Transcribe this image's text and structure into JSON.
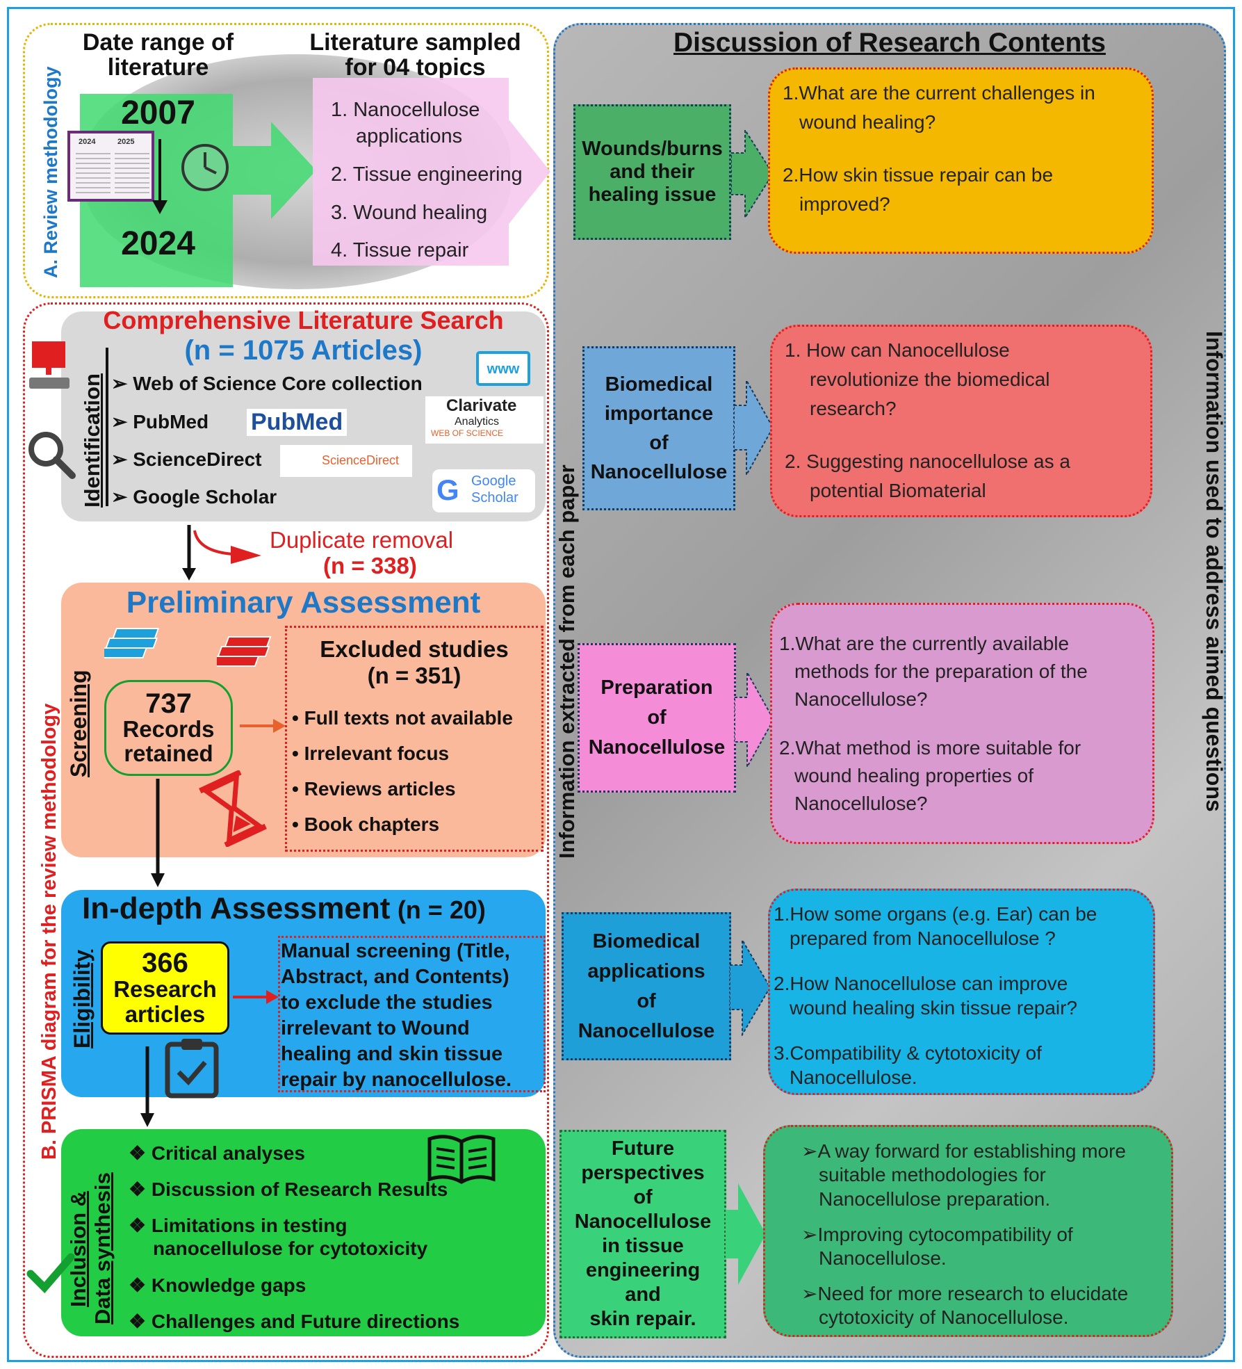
{
  "panel_a": {
    "label": "A. Review methodology",
    "date_range_title": "Date range of literature",
    "start_year": "2007",
    "end_year": "2024",
    "calendar_years": [
      "2024",
      "2025"
    ],
    "topics_title": "Literature sampled for 04 topics",
    "topics": [
      "1. Nanocellulose",
      "applications",
      "2. Tissue engineering",
      "3. Wound healing",
      "4. Tissue repair"
    ]
  },
  "panel_b": {
    "label": "B. PRISMA diagram for the review methodology",
    "identification": {
      "stage": "Identification",
      "title": "Comprehensive Literature Search",
      "count": "(n = 1075 Articles)",
      "sources": [
        "Web of Science Core collection",
        "PubMed",
        "ScienceDirect",
        "Google Scholar"
      ],
      "logos": {
        "pubmed": "PubMed",
        "clarivate": "Clarivate",
        "clarivate_sub": "Analytics",
        "wos": "WEB OF SCIENCE",
        "sciencedirect": "ScienceDirect",
        "google": "Google",
        "scholar": "Scholar",
        "www": "www"
      }
    },
    "duplicates": {
      "label": "Duplicate removal",
      "count": "(n = 338)"
    },
    "screening": {
      "stage": "Screening",
      "title": "Preliminary Assessment",
      "retained_num": "737",
      "retained_l1": "Records",
      "retained_l2": "retained",
      "excluded_title": "Excluded studies",
      "excluded_count": "(n = 351)",
      "excluded_items": [
        "Full texts not available",
        "Irrelevant focus",
        "Reviews articles",
        "Book chapters"
      ]
    },
    "eligibility": {
      "stage": "Eligibility",
      "title": "In-depth Assessment",
      "count": "(n = 20)",
      "num": "366",
      "l1": "Research",
      "l2": "articles",
      "manual": [
        "Manual screening (Title,",
        "Abstract, and Contents)",
        "to exclude the studies",
        "irrelevant to Wound",
        "healing and skin tissue",
        "repair by nanocellulose."
      ]
    },
    "inclusion": {
      "stage_l1": "Inclusion &",
      "stage_l2": "Data synthesis",
      "items": [
        "Critical analyses",
        "Discussion of Research Results",
        "Limitations in testing",
        "nanocellulose for cytotoxicity",
        "Knowledge gaps",
        "Challenges and Future directions"
      ]
    }
  },
  "panel_c": {
    "title": "Discussion of Research Contents",
    "left_label": "Information extracted from each paper",
    "right_label": "Information used to address aimed questions",
    "rows": [
      {
        "topic": [
          "Wounds/burns",
          "and their",
          "healing issue"
        ],
        "questions": [
          "1.What are the current challenges in",
          "wound healing?",
          "2.How skin tissue repair can be",
          "improved?"
        ]
      },
      {
        "topic": [
          "Biomedical",
          "importance",
          "of",
          "Nanocellulose"
        ],
        "questions": [
          "1. How can Nanocellulose",
          "revolutionize the biomedical",
          "research?",
          "2. Suggesting nanocellulose as a",
          "potential Biomaterial"
        ]
      },
      {
        "topic": [
          "Preparation",
          "of",
          "Nanocellulose"
        ],
        "questions": [
          "1.What are the currently available",
          "methods for the preparation of the",
          "Nanocellulose?",
          "2.What method is more suitable for",
          "wound healing properties of",
          "Nanocellulose?"
        ]
      },
      {
        "topic": [
          "Biomedical",
          "applications",
          "of",
          "Nanocellulose"
        ],
        "questions": [
          "1.How some organs (e.g. Ear) can be",
          "prepared from Nanocellulose ?",
          "2.How Nanocellulose can improve",
          "wound healing skin tissue repair?",
          "3.Compatibility & cytotoxicity of",
          "Nanocellulose."
        ]
      },
      {
        "topic": [
          "Future",
          "perspectives",
          "of",
          "Nanocellulose",
          "in tissue",
          "engineering",
          "and",
          "skin repair."
        ],
        "questions": [
          "➢A way forward for establishing more",
          "suitable methodologies for",
          "Nanocellulose preparation.",
          "➢Improving cytocompatibility of",
          "Nanocellulose.",
          "➢Need for more research to elucidate",
          "cytotoxicity of Nanocellulose."
        ]
      }
    ]
  },
  "colors": {
    "row1_topic": "#4caf68",
    "row1_q": "#f5b800",
    "row2_topic": "#6fa7d8",
    "row2_q": "#f07070",
    "row3_topic": "#f48cd8",
    "row3_q": "#d99ad0",
    "row4_topic": "#1f9fd8",
    "row4_q": "#18b4e6",
    "row5_topic": "#39d27a",
    "row5_q": "#3cb878"
  }
}
